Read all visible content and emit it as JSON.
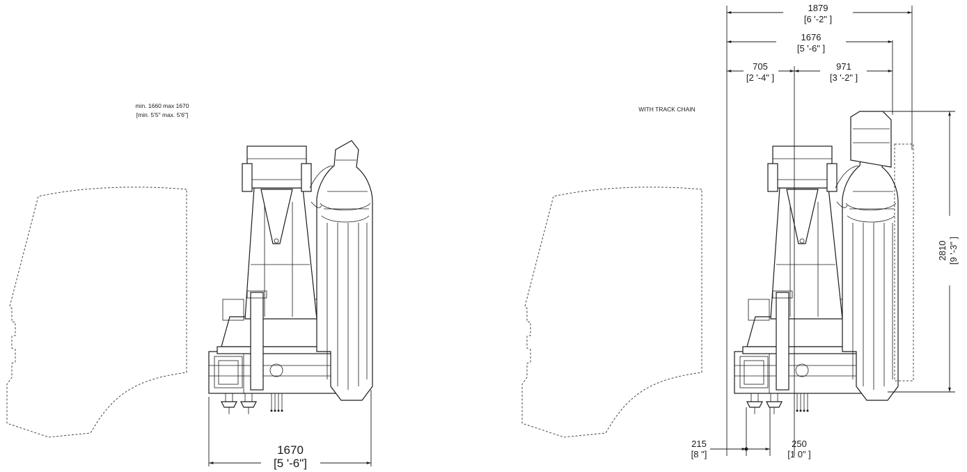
{
  "left_view": {
    "note_line1": "min. 1660 max 1670",
    "note_line2": "[min. 5'5\" max. 5'6\"]",
    "width_mm": "1670",
    "width_imperial": "[5 '-6\"]"
  },
  "right_view": {
    "note": "WITH TRACK CHAIN",
    "overall_width_mm": "1879",
    "overall_width_imperial": "[6 '-2\"  ]",
    "width_mm": "1676",
    "width_imperial": "[5 '-6\"  ]",
    "left_offset_mm": "705",
    "left_offset_imperial": "[2 '-4\"  ]",
    "right_offset_mm": "971",
    "right_offset_imperial": "[3 '-2\"  ]",
    "height_mm": "2810",
    "height_imperial": "[9 '-3\"  ]",
    "bottom_left_mm": "215",
    "bottom_left_imperial": "[8  \"]",
    "bottom_right_mm": "250",
    "bottom_right_imperial": "[1 0\"  ]"
  }
}
